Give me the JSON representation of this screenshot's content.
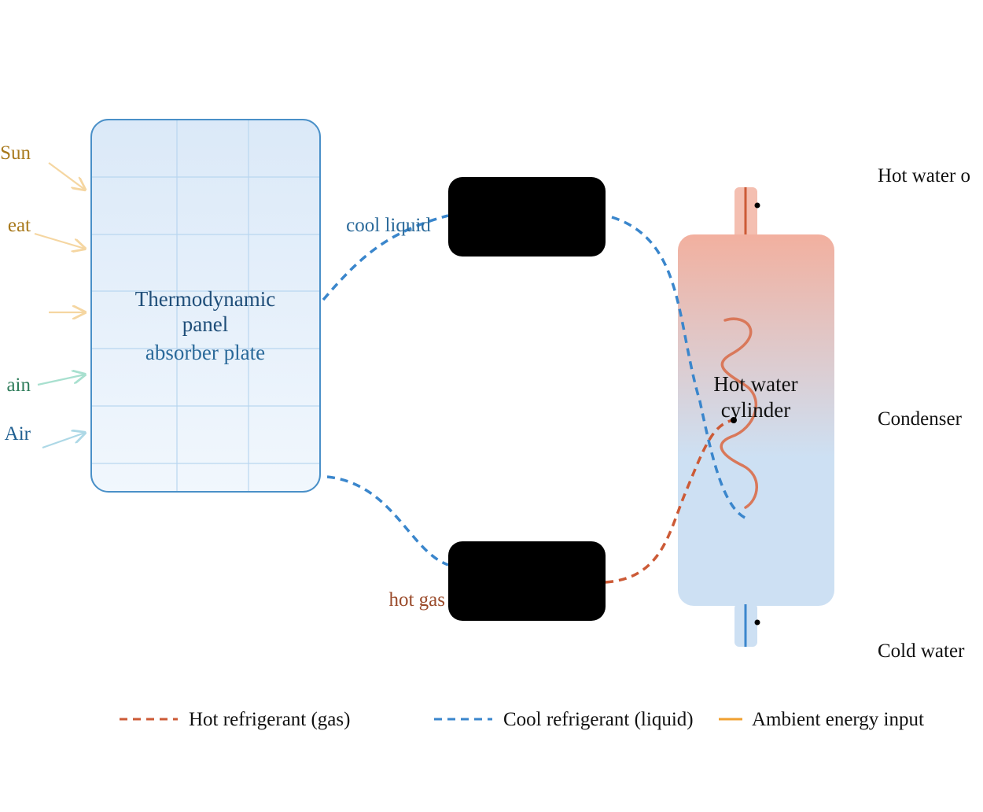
{
  "inputs": [
    {
      "label": "Sun",
      "color": "#a8791c",
      "arrow_color": "#f5d6a1"
    },
    {
      "label": "eat",
      "color": "#a8791c",
      "arrow_color": "#f5d6a1"
    },
    {
      "label": "",
      "color": "#a8791c",
      "arrow_color": "#f5d6a1"
    },
    {
      "label": "ain",
      "color": "#2f7d5b",
      "arrow_color": "#a8e0cf"
    },
    {
      "label": "Air",
      "color": "#1f5f91",
      "arrow_color": "#add8e6"
    }
  ],
  "panel": {
    "title_line1": "Thermodynamic",
    "title_line2": "panel",
    "subtitle": "absorber plate",
    "title_color": "#1f4e79",
    "subtitle_color": "#2b6a9a",
    "border_color": "#4a90c8"
  },
  "pipes": {
    "cool_label": "cool liquid",
    "cool_color": "#3a86cc",
    "hot_label": "hot gas",
    "hot_color": "#cc5a36"
  },
  "cylinder": {
    "label_line1": "Hot water",
    "label_line2": "cylinder",
    "top_color": "#f2b09f",
    "bottom_color": "#cde0f3",
    "coil_color": "#d9785a"
  },
  "right_labels": {
    "hot_water": "Hot water o",
    "condenser": "Condenser",
    "cold_water": "Cold water"
  },
  "legend": [
    {
      "label": "Hot refrigerant (gas)",
      "color": "#cc5a36",
      "style": "dashed"
    },
    {
      "label": "Cool refrigerant (liquid)",
      "color": "#3a86cc",
      "style": "dashed"
    },
    {
      "label": "Ambient energy input",
      "color": "#f0a030",
      "style": "solid"
    }
  ]
}
